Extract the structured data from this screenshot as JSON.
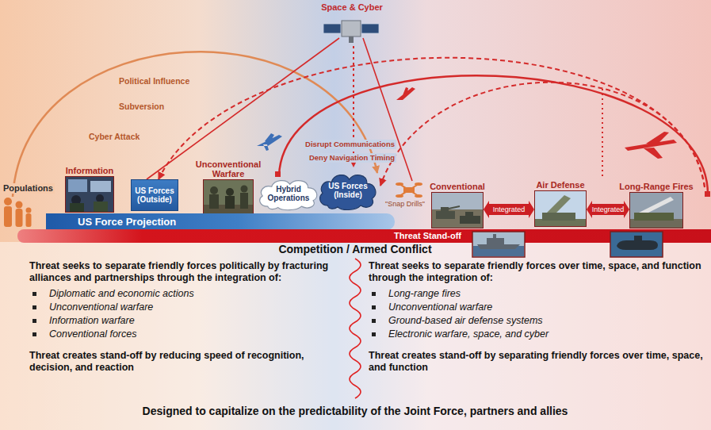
{
  "diagram": {
    "nodes": [
      {
        "text": [
          "Information"
        ]
      },
      {
        "text": [
          "US Forces (Outside)"
        ]
      },
      {
        "text": [
          "Unconventional Warfare"
        ]
      },
      {
        "text": [
          "Hybrid Operations"
        ]
      },
      {
        "text": [
          "US Forces (Inside)"
        ]
      },
      {
        "text": [
          "Conventional"
        ]
      },
      {
        "text": [
          "Air Defense"
        ]
      },
      {
        "text": [
          "Long-Range Fires"
        ]
      },
      {
        "text": [
          "US Force Projection"
        ]
      },
      {
        "text": [
          "Threat Stand-off"
        ]
      }
    ],
    "edges": [
      {
        "from": 5,
        "to": 6,
        "label": "Integrated",
        "arrow": "both"
      },
      {
        "from": 6,
        "to": 7,
        "label": "Integrated",
        "arrow": "both"
      }
    ],
    "labels": [
      "Space & Cyber",
      "Political Influence",
      "Subversion",
      "Cyber Attack",
      "Populations",
      "Disrupt Communications",
      "Deny Navigation Timing",
      "\"Snap Drills\"",
      "Competition / Armed Conflict",
      "Threat seeks to separate friendly forces politically by fracturing alliances and partnerships through the integration of:",
      "Diplomatic and economic actions",
      "Unconventional warfare",
      "Information warfare",
      "Conventional forces",
      "Threat creates stand-off by reducing speed of recognition, decision, and reaction",
      "Threat seeks to separate friendly forces over time, space, and function through the integration of:",
      "Long-range fires",
      "Unconventional warfare",
      "Ground-based air defense systems",
      "Electronic warfare, space, and cyber",
      "Threat creates stand-off by separating friendly forces over time, space, and function",
      "Designed to capitalize on the predictability of the Joint Force, partners and allies"
    ]
  }
}
